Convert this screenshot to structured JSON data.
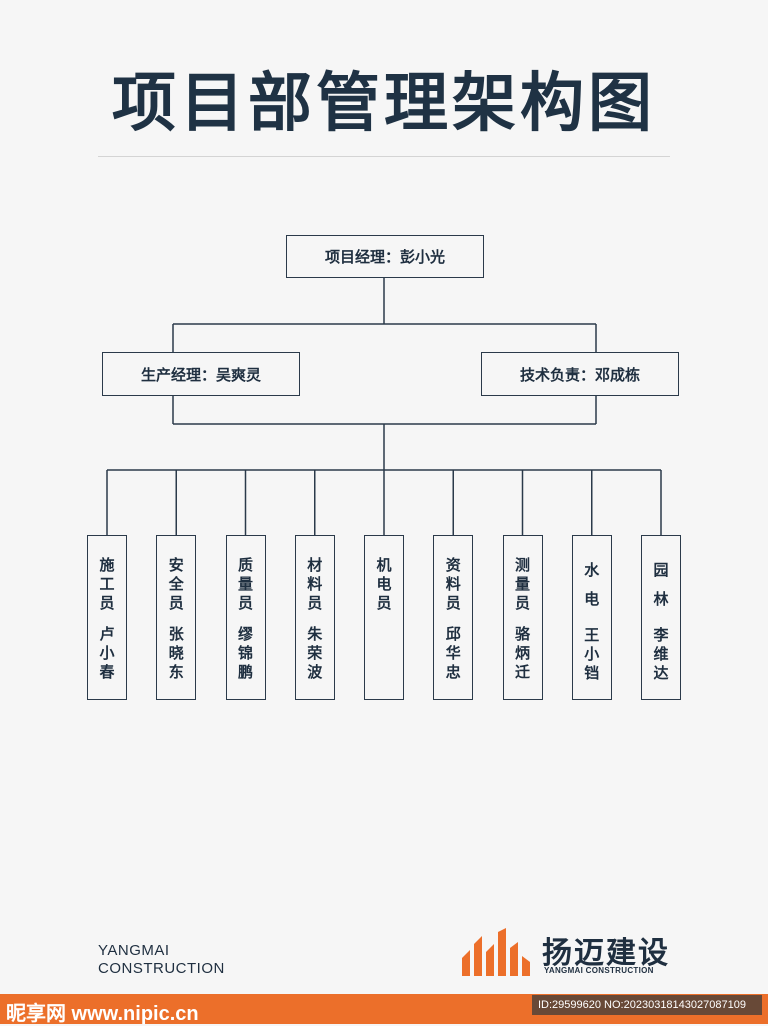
{
  "title": "项目部管理架构图",
  "top": "项目经理：彭小光",
  "mid_left": "生产经理：吴爽灵",
  "mid_right": "技术负责：邓成栋",
  "staff": [
    {
      "role": "施工员",
      "name": "卢小春"
    },
    {
      "role": "安全员",
      "name": "张晓东"
    },
    {
      "role": "质量员",
      "name": "缪锦鹏"
    },
    {
      "role": "材料员",
      "name": "朱荣波"
    },
    {
      "role": "机电员",
      "name": ""
    },
    {
      "role": "资料员",
      "name": "邱华忠"
    },
    {
      "role": "测量员",
      "name": "骆炳迁"
    },
    {
      "role": "水电",
      "name": "王小铛"
    },
    {
      "role": "园林",
      "name": "李维达"
    }
  ],
  "company_en_line1": "YANGMAI",
  "company_en_line2": "CONSTRUCTION",
  "brand_cn": "扬迈建设",
  "brand_en": "YANGMAI CONSTRUCTION",
  "watermark_left": "昵享网 www.nipic.cn",
  "watermark_right": "ID:29599620 NO:20230318143027087109",
  "colors": {
    "line": "#2b3a4a",
    "title": "#1f3244",
    "accent": "#ec6f2a"
  }
}
